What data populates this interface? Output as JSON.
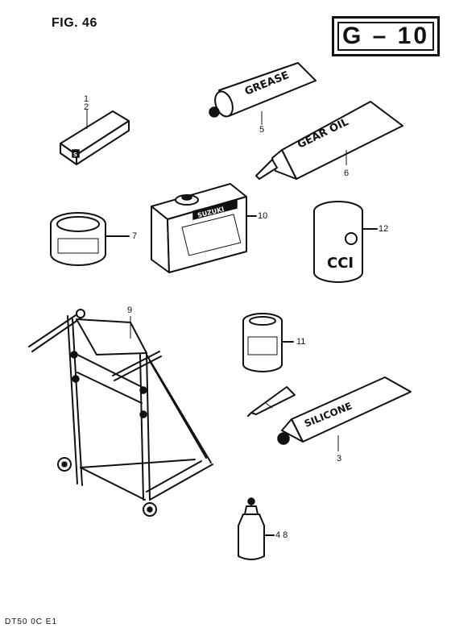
{
  "figure": {
    "title": "FIG. 46",
    "code": "G – 10",
    "footer": "DT50 0C E1"
  },
  "parts": [
    {
      "id": "1",
      "label": "1"
    },
    {
      "id": "2",
      "label": "2"
    },
    {
      "id": "5",
      "label": "5"
    },
    {
      "id": "6",
      "label": "6"
    },
    {
      "id": "7",
      "label": "7"
    },
    {
      "id": "10",
      "label": "10"
    },
    {
      "id": "12",
      "label": "12"
    },
    {
      "id": "9",
      "label": "9"
    },
    {
      "id": "11",
      "label": "11"
    },
    {
      "id": "3",
      "label": "3"
    },
    {
      "id": "4-8",
      "label": "4 8"
    }
  ],
  "product_markings": {
    "grease_tube": "GREASE",
    "gear_oil_tube": "GEAR OIL",
    "oil_can": "SUZUKI",
    "can_12": "CCI",
    "sealant_tube": "SILICONE",
    "small_block": "S"
  },
  "colors": {
    "ink": "#111111",
    "paper": "#ffffff"
  }
}
